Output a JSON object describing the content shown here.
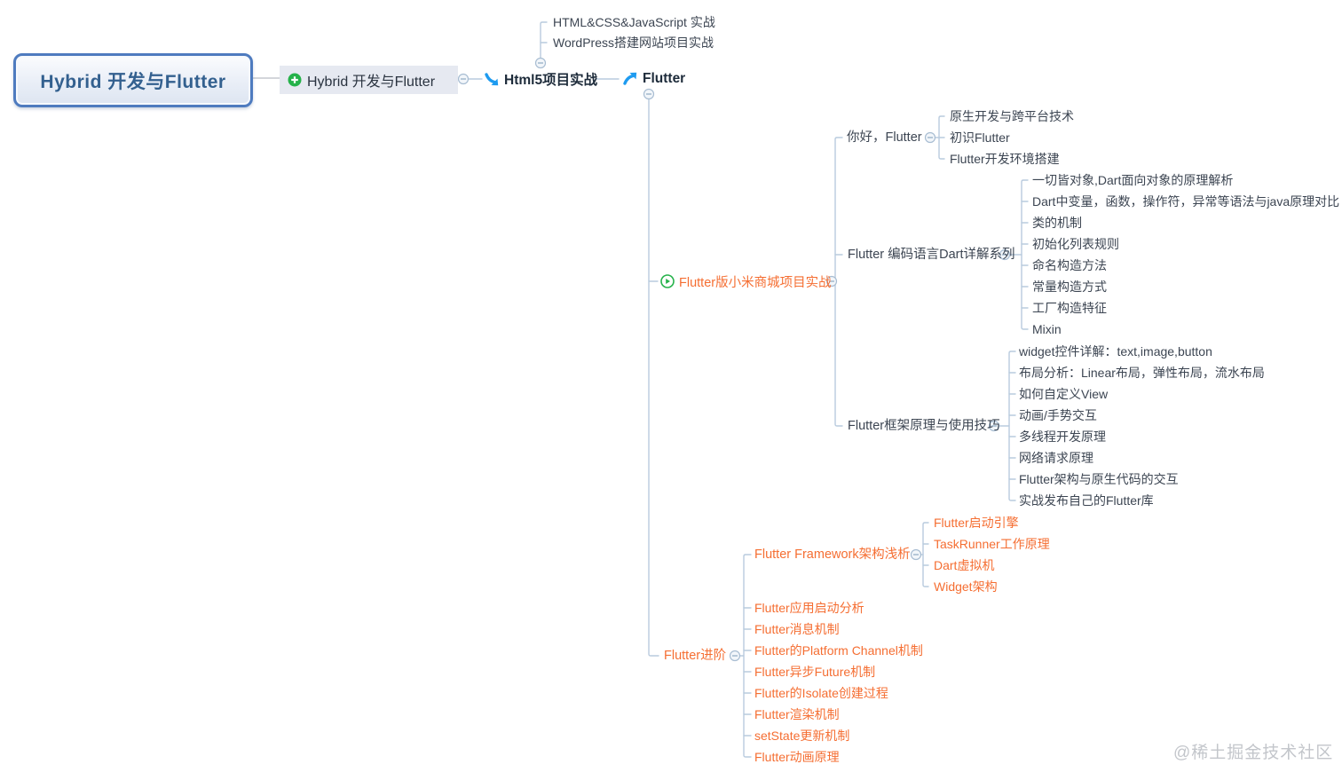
{
  "watermark": {
    "label": "@稀土掘金技术社区"
  },
  "colors": {
    "accent_orange": "#f56e32",
    "connector_line": "#b9cbde",
    "root_border_blue": "#4e7bbf",
    "root_text_blue": "#33608f",
    "arrow_blue": "#1e9bf0",
    "marker_green": "#25b24a",
    "dark_text": "#3c4552"
  },
  "nodes": {
    "root": {
      "label": "Hybrid 开发与Flutter"
    },
    "hybrid": {
      "label": "Hybrid 开发与Flutter",
      "icon": "plus-circle-icon"
    },
    "html5": {
      "label": "Html5项目实战",
      "icon": "arrow-down-right-icon",
      "children": [
        {
          "label": "HTML&CSS&JavaScript 实战"
        },
        {
          "label": "WordPress搭建网站项目实战"
        }
      ]
    },
    "flutter": {
      "label": "Flutter",
      "icon": "arrow-up-right-icon"
    },
    "shop": {
      "label": "Flutter版小米商城项目实战",
      "icon": "play-circle-icon"
    },
    "hello": {
      "label": "你好，Flutter",
      "children": [
        {
          "label": "原生开发与跨平台技术"
        },
        {
          "label": "初识Flutter"
        },
        {
          "label": "Flutter开发环境搭建"
        }
      ]
    },
    "dart": {
      "label": "Flutter 编码语言Dart详解系列",
      "children": [
        {
          "label": "一切皆对象,Dart面向对象的原理解析"
        },
        {
          "label": "Dart中变量，函数，操作符，异常等语法与java原理对比"
        },
        {
          "label": "类的机制"
        },
        {
          "label": "初始化列表规则"
        },
        {
          "label": "命名构造方法"
        },
        {
          "label": "常量构造方式"
        },
        {
          "label": "工厂构造特征"
        },
        {
          "label": "Mixin"
        }
      ]
    },
    "framework": {
      "label": "Flutter框架原理与使用技巧",
      "children": [
        {
          "label": "widget控件详解：text,image,button"
        },
        {
          "label": "布局分析：Linear布局，弹性布局，流水布局"
        },
        {
          "label": "如何自定义View"
        },
        {
          "label": "动画/手势交互"
        },
        {
          "label": "多线程开发原理"
        },
        {
          "label": "网络请求原理"
        },
        {
          "label": "Flutter架构与原生代码的交互"
        },
        {
          "label": "实战发布自己的Flutter库"
        }
      ]
    },
    "advanced": {
      "label": "Flutter进阶"
    },
    "fw_analysis": {
      "label": "Flutter Framework架构浅析",
      "children": [
        {
          "label": "Flutter启动引擎"
        },
        {
          "label": "TaskRunner工作原理"
        },
        {
          "label": "Dart虚拟机"
        },
        {
          "label": "Widget架构"
        }
      ]
    },
    "advanced_items": [
      {
        "label": "Flutter应用启动分析"
      },
      {
        "label": "Flutter消息机制"
      },
      {
        "label": "Flutter的Platform Channel机制"
      },
      {
        "label": "Flutter异步Future机制"
      },
      {
        "label": "Flutter的Isolate创建过程"
      },
      {
        "label": "Flutter渲染机制"
      },
      {
        "label": "setState更新机制"
      },
      {
        "label": "Flutter动画原理"
      }
    ]
  }
}
